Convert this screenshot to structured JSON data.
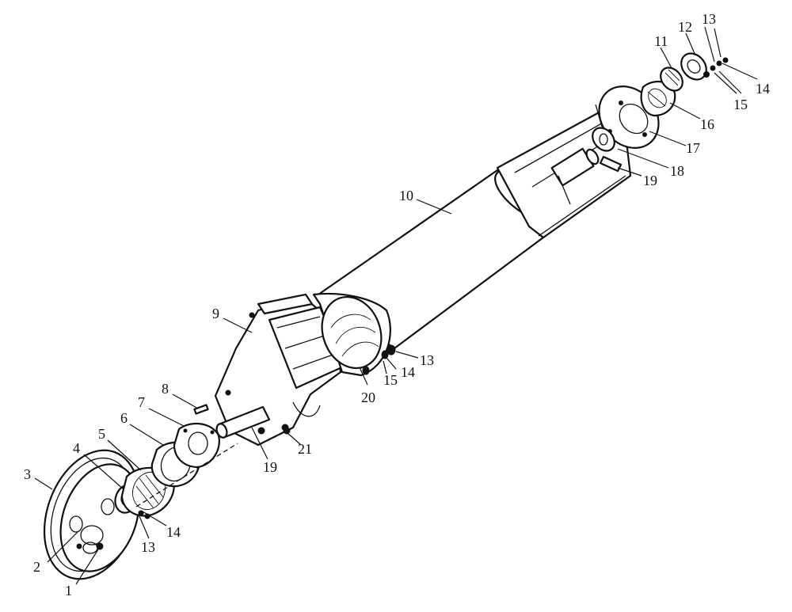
{
  "callouts": [
    {
      "id": "c1",
      "text": "1"
    },
    {
      "id": "c2",
      "text": "2"
    },
    {
      "id": "c3",
      "text": "3"
    },
    {
      "id": "c4",
      "text": "4"
    },
    {
      "id": "c5",
      "text": "5"
    },
    {
      "id": "c6",
      "text": "6"
    },
    {
      "id": "c7",
      "text": "7"
    },
    {
      "id": "c8",
      "text": "8"
    },
    {
      "id": "c9",
      "text": "9"
    },
    {
      "id": "c10",
      "text": "10"
    },
    {
      "id": "c11",
      "text": "11"
    },
    {
      "id": "c12",
      "text": "12"
    },
    {
      "id": "c13a",
      "text": "13"
    },
    {
      "id": "c13b",
      "text": "13"
    },
    {
      "id": "c13c",
      "text": "13"
    },
    {
      "id": "c14a",
      "text": "14"
    },
    {
      "id": "c14b",
      "text": "14"
    },
    {
      "id": "c14c",
      "text": "14"
    },
    {
      "id": "c15a",
      "text": "15"
    },
    {
      "id": "c15b",
      "text": "15"
    },
    {
      "id": "c16",
      "text": "16"
    },
    {
      "id": "c17",
      "text": "17"
    },
    {
      "id": "c18",
      "text": "18"
    },
    {
      "id": "c19a",
      "text": "19"
    },
    {
      "id": "c19b",
      "text": "19"
    },
    {
      "id": "c20",
      "text": "20"
    },
    {
      "id": "c21",
      "text": "21"
    }
  ]
}
